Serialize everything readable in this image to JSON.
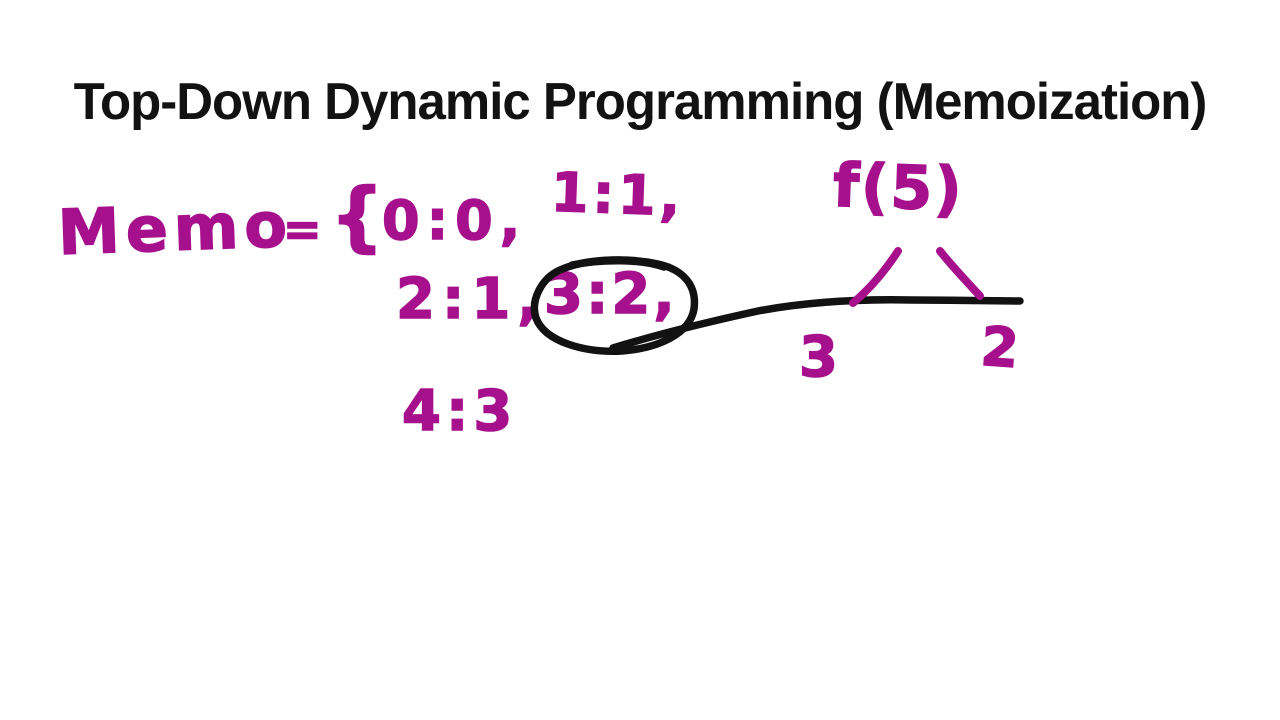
{
  "title": "Top-Down Dynamic Programming (Memoization)",
  "colors": {
    "ink": "#121212",
    "marker": "#a6108c",
    "background": "#ffffff"
  },
  "memo": {
    "label": "Memo",
    "equals": "=",
    "open_brace": "{",
    "entry_0": "0:0,",
    "entry_1": "1:1,",
    "entry_2": "2:1,",
    "entry_3": "3:2,",
    "entry_4": "4:3"
  },
  "tree": {
    "root": "f(5)",
    "left_child": "3",
    "right_child": "2"
  },
  "annotations": {
    "circled_entry": "3:2,",
    "circle_shape": "hand-drawn-ellipse",
    "connector": "line-from-circle-to-tree"
  }
}
